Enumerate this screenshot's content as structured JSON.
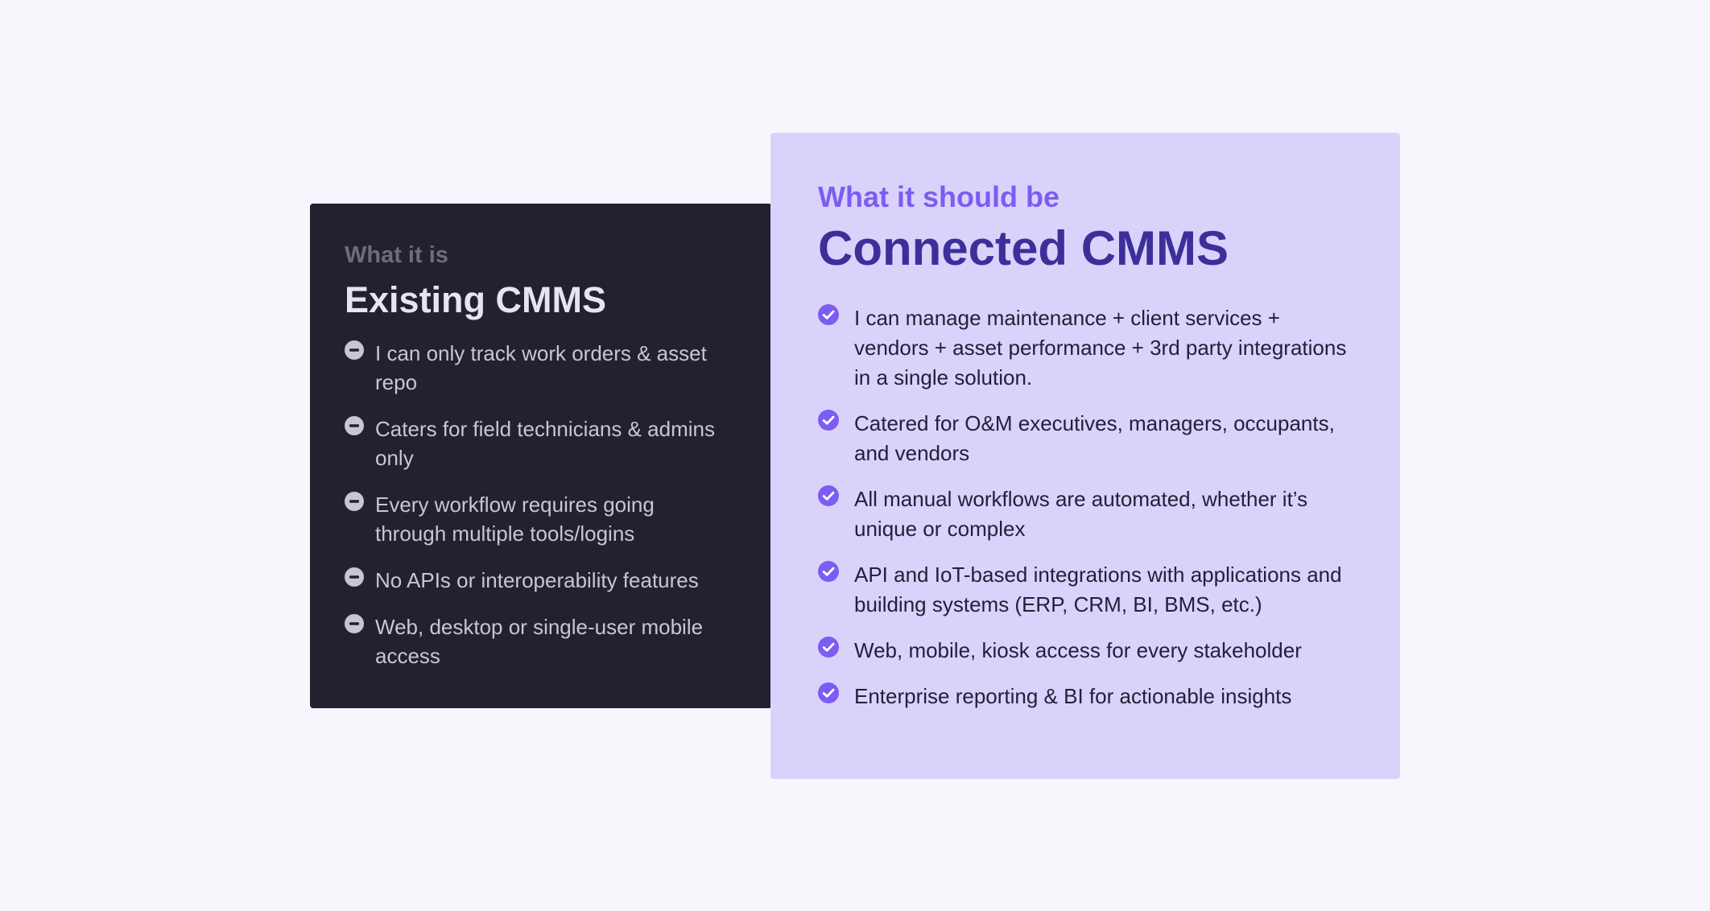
{
  "existing": {
    "eyebrow": "What it is",
    "title": "Existing CMMS",
    "items": [
      {
        "text": "I can only track work orders & asset repo"
      },
      {
        "text": "Caters for field technicians & admins only"
      },
      {
        "text": "Every workflow requires going through multiple tools/logins"
      },
      {
        "text": "No APIs or interoperability features"
      },
      {
        "text": "Web, desktop or single-user mobile access"
      }
    ],
    "icon": "minus-circle-icon"
  },
  "connected": {
    "eyebrow": "What it should be",
    "title": "Connected CMMS",
    "items": [
      {
        "text": "I can manage maintenance + client services + vendors + asset performance + 3rd party integrations in a single solution."
      },
      {
        "text": "Catered for O&M executives, managers, occupants, and vendors"
      },
      {
        "text": "All manual workflows are automated, whether it’s unique or complex"
      },
      {
        "text": "API and IoT-based integrations with applications and building systems (ERP, CRM, BI, BMS, etc.)"
      },
      {
        "text": "Web, mobile, kiosk access for every stakeholder"
      },
      {
        "text": "Enterprise reporting & BI for actionable insights"
      }
    ],
    "icon": "check-circle-icon"
  },
  "colors": {
    "page_background": "#f7f6fd",
    "existing_card": "#23202f",
    "connected_card": "#d9d3fb",
    "accent": "#7c5cf2",
    "heading_dark": "#3d2f9a"
  }
}
